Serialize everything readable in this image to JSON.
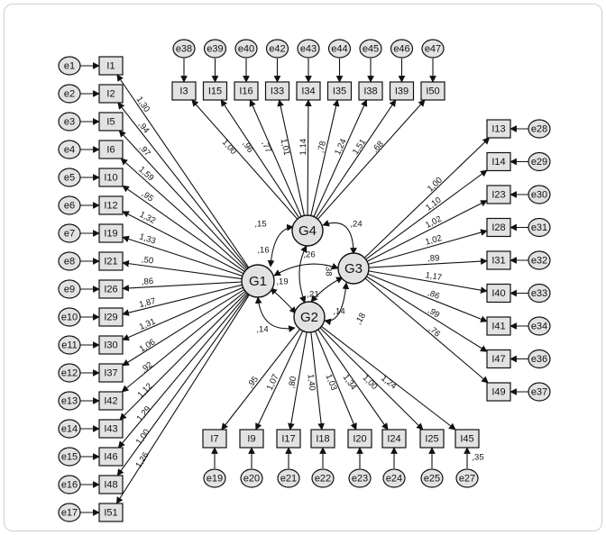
{
  "latents": [
    {
      "id": "G1",
      "label": "G1"
    },
    {
      "id": "G2",
      "label": "G2"
    },
    {
      "id": "G3",
      "label": "G3"
    },
    {
      "id": "G4",
      "label": "G4"
    }
  ],
  "groups": {
    "G1": [
      {
        "item": "I1",
        "error": "e1",
        "loading": "1,30"
      },
      {
        "item": "I2",
        "error": "e2",
        "loading": ",94"
      },
      {
        "item": "I5",
        "error": "e3",
        "loading": ",97"
      },
      {
        "item": "I6",
        "error": "e4",
        "loading": "1,59"
      },
      {
        "item": "I10",
        "error": "e5",
        "loading": ",95"
      },
      {
        "item": "I12",
        "error": "e6",
        "loading": "1,32"
      },
      {
        "item": "I19",
        "error": "e7",
        "loading": "1,33"
      },
      {
        "item": "I21",
        "error": "e8",
        "loading": ",50"
      },
      {
        "item": "I26",
        "error": "e9",
        "loading": ",86"
      },
      {
        "item": "I29",
        "error": "e10",
        "loading": "1,87"
      },
      {
        "item": "I30",
        "error": "e11",
        "loading": "1,31"
      },
      {
        "item": "I37",
        "error": "e12",
        "loading": "1,06"
      },
      {
        "item": "I42",
        "error": "e13",
        "loading": ",92"
      },
      {
        "item": "I43",
        "error": "e14",
        "loading": "1,12"
      },
      {
        "item": "I46",
        "error": "e15",
        "loading": "1,29"
      },
      {
        "item": "I48",
        "error": "e16",
        "loading": "1,00"
      },
      {
        "item": "I51",
        "error": "e17",
        "loading": "1,26"
      }
    ],
    "G4": [
      {
        "item": "I3",
        "error": "e38",
        "loading": "1,00"
      },
      {
        "item": "I15",
        "error": "e39",
        "loading": ",96"
      },
      {
        "item": "I16",
        "error": "e40",
        "loading": ",77"
      },
      {
        "item": "I33",
        "error": "e42",
        "loading": "1,01"
      },
      {
        "item": "I34",
        "error": "e43",
        "loading": "1,14"
      },
      {
        "item": "I35",
        "error": "e44",
        "loading": ",78"
      },
      {
        "item": "I38",
        "error": "e45",
        "loading": "1,24"
      },
      {
        "item": "I39",
        "error": "e46",
        "loading": "1,51"
      },
      {
        "item": "I50",
        "error": "e47",
        "loading": ",68"
      }
    ],
    "G3": [
      {
        "item": "I13",
        "error": "e28",
        "loading": "1,00"
      },
      {
        "item": "I14",
        "error": "e29",
        "loading": "1,10"
      },
      {
        "item": "I23",
        "error": "e30",
        "loading": "1,02"
      },
      {
        "item": "I28",
        "error": "e31",
        "loading": "1,02"
      },
      {
        "item": "I31",
        "error": "e32",
        "loading": ",89"
      },
      {
        "item": "I40",
        "error": "e33",
        "loading": "1,17"
      },
      {
        "item": "I41",
        "error": "e34",
        "loading": ",86"
      },
      {
        "item": "I47",
        "error": "e36",
        "loading": ",99"
      },
      {
        "item": "I49",
        "error": "e37",
        "loading": ",76"
      }
    ],
    "G2": [
      {
        "item": "I7",
        "error": "e19",
        "loading": ",95"
      },
      {
        "item": "I9",
        "error": "e20",
        "loading": "1,07"
      },
      {
        "item": "I17",
        "error": "e21",
        "loading": ",80"
      },
      {
        "item": "I18",
        "error": "e22",
        "loading": "1,40"
      },
      {
        "item": "I20",
        "error": "e23",
        "loading": "1,03"
      },
      {
        "item": "I24",
        "error": "e24",
        "loading": "1,34"
      },
      {
        "item": "I25",
        "error": "e25",
        "loading": "1,00"
      },
      {
        "item": "I45",
        "error": "e27",
        "loading": "1,24"
      }
    ]
  },
  "covariances": [
    {
      "from": "G1",
      "to": "G4",
      "value": ",15"
    },
    {
      "from": "G1",
      "to": "G3",
      "value": ",16"
    },
    {
      "from": "G1",
      "to": "G2",
      "value": ",14"
    },
    {
      "from": "G4",
      "to": "G3",
      "value": ",24"
    },
    {
      "from": "G2",
      "to": "G4",
      "value": ",19"
    },
    {
      "from": "G4",
      "to": "G2",
      "value": ",26"
    },
    {
      "from": "G3",
      "to": "G2",
      "value": ",18"
    },
    {
      "from": "G2",
      "to": "G3",
      "value": ",14"
    },
    {
      "from": "G4",
      "to": "G3",
      "value": ",38"
    },
    {
      "from": "G1",
      "to": "G3",
      "value": ",21"
    }
  ],
  "extra_labels": [
    ",35"
  ]
}
